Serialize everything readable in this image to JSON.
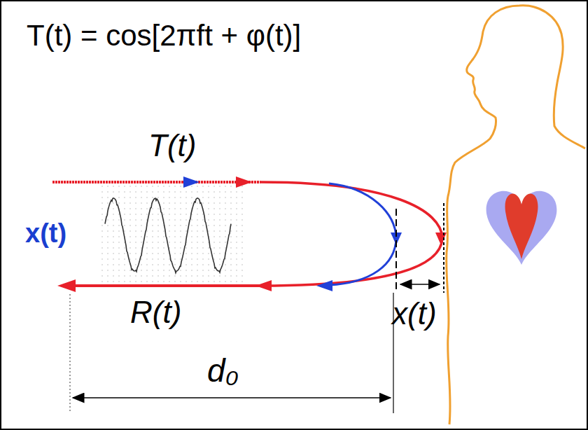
{
  "diagram": {
    "labels": [
      "T(t) = cos[2πft + φ(t)]",
      "T(t)",
      "x(t)",
      "R(t)",
      "x(t)",
      "d₀"
    ]
  }
}
